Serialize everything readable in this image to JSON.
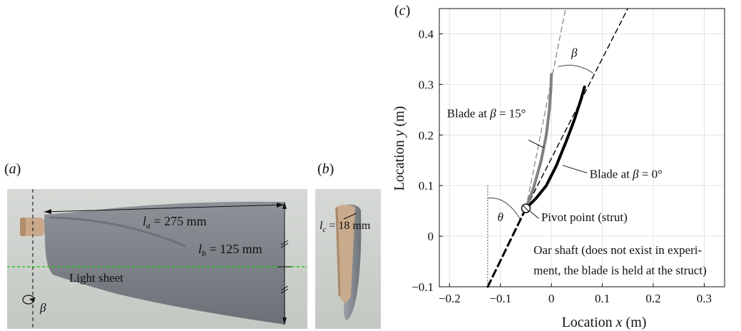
{
  "panels": {
    "a": {
      "label": "(a)",
      "label_letter": "a",
      "la": "l",
      "la_sub": "a",
      "la_value": " = 275 mm",
      "lb": "l",
      "lb_sub": "b",
      "lb_value": " = 125 mm",
      "light_sheet": "Light sheet",
      "beta": "β"
    },
    "b": {
      "label": "(b)",
      "label_letter": "b",
      "lc": "l",
      "lc_sub": "c",
      "lc_value": " = 18 mm"
    },
    "c": {
      "label": "(c)",
      "label_letter": "c"
    }
  },
  "chart_data": {
    "type": "line",
    "xlabel_prefix": "Location ",
    "xlabel_var": "x",
    "xlabel_unit": " (m)",
    "ylabel_prefix": "Location ",
    "ylabel_var": "y",
    "ylabel_unit": " (m)",
    "xlim": [
      -0.22,
      0.34
    ],
    "ylim": [
      -0.1,
      0.45
    ],
    "xticks": [
      -0.2,
      -0.1,
      0,
      0.1,
      0.2,
      0.3
    ],
    "xtick_labels": [
      "−0.2",
      "−0.1",
      "0",
      "0.1",
      "0.2",
      "0.3"
    ],
    "yticks": [
      -0.1,
      0,
      0.1,
      0.2,
      0.3,
      0.4
    ],
    "ytick_labels": [
      "−0.1",
      "0",
      "0.1",
      "0.2",
      "0.3",
      "0.4"
    ],
    "grid": true,
    "pivot": [
      -0.05,
      0.055
    ],
    "series": [
      {
        "name": "Blade at β = 0°",
        "color": "#000000",
        "x": [
          -0.05,
          -0.03,
          -0.01,
          0.01,
          0.03,
          0.045,
          0.058,
          0.065
        ],
        "y": [
          0.055,
          0.075,
          0.1,
          0.14,
          0.19,
          0.23,
          0.27,
          0.295
        ]
      },
      {
        "name": "Blade at β = 15°",
        "color": "#808080",
        "x": [
          -0.05,
          -0.035,
          -0.02,
          -0.01,
          -0.004,
          -0.001,
          0.0
        ],
        "y": [
          0.055,
          0.095,
          0.15,
          0.2,
          0.25,
          0.29,
          0.32
        ]
      },
      {
        "name": "Oar shaft",
        "color": "#000000",
        "x": [
          -0.125,
          -0.05
        ],
        "y": [
          -0.1,
          0.055
        ]
      },
      {
        "name": "β = 0° axis",
        "color": "#000000",
        "x": [
          -0.05,
          0.15
        ],
        "y": [
          0.055,
          0.45
        ]
      },
      {
        "name": "β = 15° axis",
        "color": "#888888",
        "x": [
          -0.05,
          0.028
        ],
        "y": [
          0.055,
          0.45
        ]
      }
    ],
    "annotations": {
      "blade15_text": "Blade at ",
      "blade15_value": " = 15°",
      "blade0_text": "Blade at ",
      "blade0_value": " = 0°",
      "beta": "β",
      "theta": "θ",
      "pivot": "Pivot point (strut)",
      "oar_line1": "Oar shaft (does not exist in experi-",
      "oar_line2": "ment, the blade is held at the struct)"
    }
  }
}
